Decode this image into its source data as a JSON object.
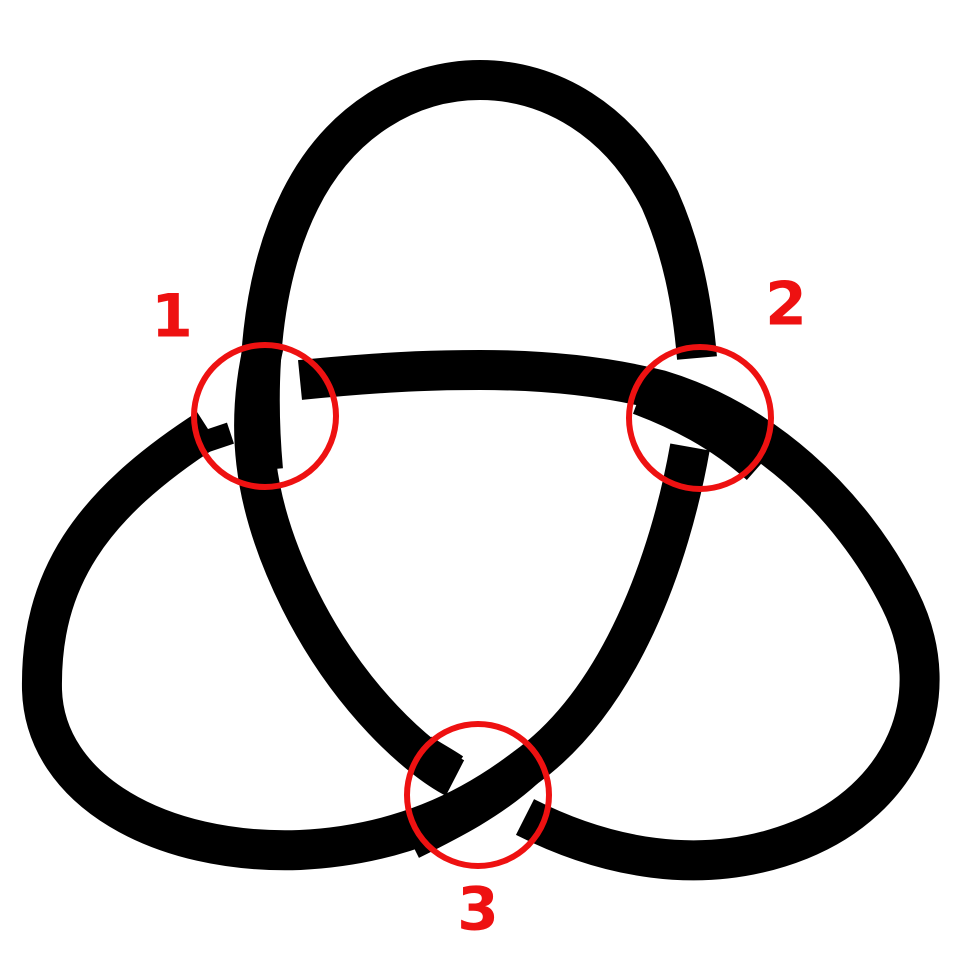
{
  "diagram": {
    "colors": {
      "background": "#ffffff",
      "knot": "#000000",
      "marker": "#ee1111"
    },
    "crossings": [
      {
        "id": "crossing-1",
        "label": "1"
      },
      {
        "id": "crossing-2",
        "label": "2"
      },
      {
        "id": "crossing-3",
        "label": "3"
      }
    ]
  }
}
